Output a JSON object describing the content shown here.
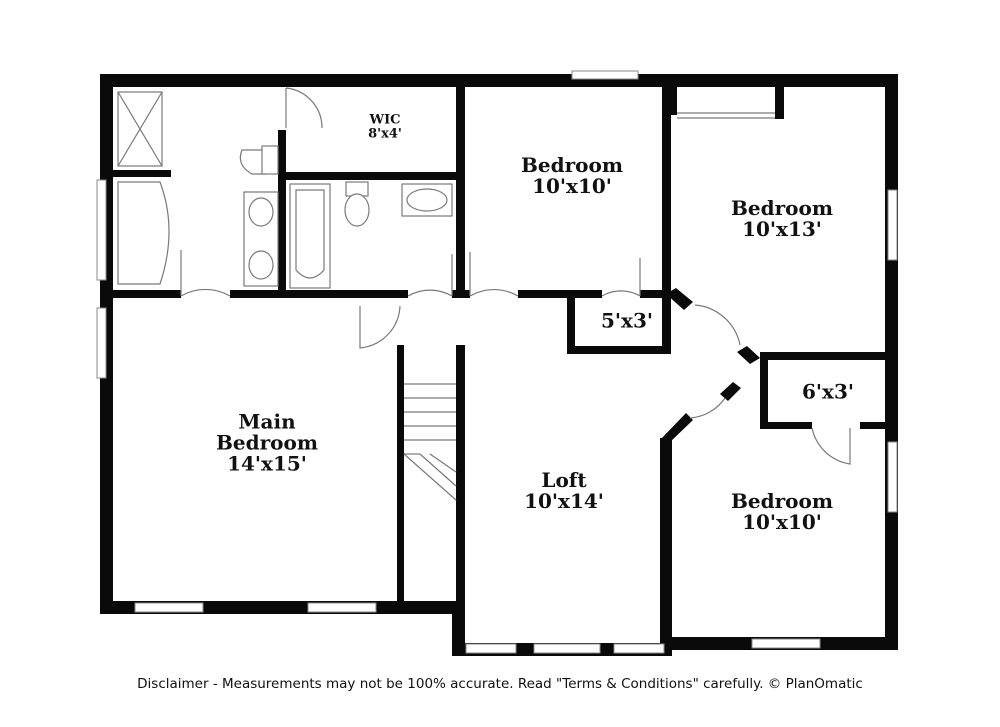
{
  "rooms": {
    "wic": {
      "name": "WIC",
      "size": "8'x4'"
    },
    "bedroom_top": {
      "name": "Bedroom",
      "size": "10'x10'"
    },
    "bedroom_right": {
      "name": "Bedroom",
      "size": "10'x13'"
    },
    "closet_a": {
      "size": "5'x3'"
    },
    "closet_b": {
      "size": "6'x3'"
    },
    "main_bedroom": {
      "name1": "Main",
      "name2": "Bedroom",
      "size": "14'x15'"
    },
    "loft": {
      "name": "Loft",
      "size": "10'x14'"
    },
    "bedroom_lower": {
      "name": "Bedroom",
      "size": "10'x10'"
    }
  },
  "disclaimer": "Disclaimer - Measurements may not be 100% accurate. Read \"Terms & Conditions\" carefully. © PlanOmatic"
}
